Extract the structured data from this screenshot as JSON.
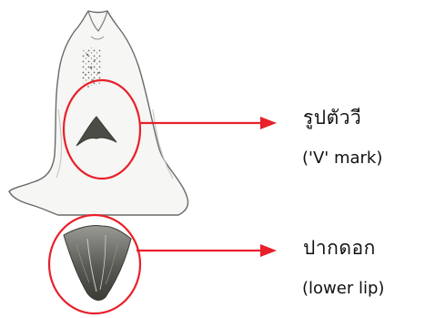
{
  "annotations": [
    {
      "id": "v-mark",
      "label_thai": "รูปตัววี",
      "label_en": "('V' mark)"
    },
    {
      "id": "lower-lip",
      "label_thai": "ปากดอก",
      "label_en": "(lower lip)"
    }
  ],
  "colors": {
    "highlight": "#e8202a",
    "petal_fill": "#f6f6f4",
    "petal_outline": "#6a6a6a",
    "mark_dark": "#4c4c46",
    "text": "#111111"
  },
  "icons": [
    "flower-illustration",
    "highlight-circle",
    "pointer-arrow"
  ]
}
